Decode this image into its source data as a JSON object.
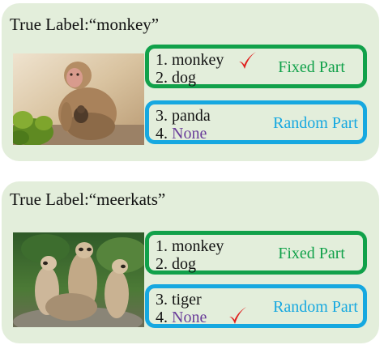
{
  "examples": [
    {
      "true_label_prefix": "True Label:",
      "true_label_value": "“monkey”",
      "image": "monkey-photo",
      "fixed_part": {
        "label": "Fixed Part",
        "options": [
          "1. monkey",
          "2. dog"
        ]
      },
      "random_part": {
        "label": "Random Part",
        "option_3": "3. panda",
        "option_4_prefix": "4. ",
        "option_4_none": "None"
      },
      "correct_option": "1. monkey"
    },
    {
      "true_label_prefix": "True Label:",
      "true_label_value": "“meerkats”",
      "image": "meerkats-photo",
      "fixed_part": {
        "label": "Fixed Part",
        "options": [
          "1. monkey",
          "2. dog"
        ]
      },
      "random_part": {
        "label": "Random Part",
        "option_3": "3. tiger",
        "option_4_prefix": "4. ",
        "option_4_none": "None"
      },
      "correct_option": "4. None"
    }
  ],
  "colors": {
    "panel_bg": "#e3eedb",
    "fixed_border": "#11a14a",
    "random_border": "#16a8e0",
    "none_text": "#6a3d9a",
    "check": "#e0201e"
  },
  "icons": {
    "correct_marker": "checkmark-icon"
  }
}
